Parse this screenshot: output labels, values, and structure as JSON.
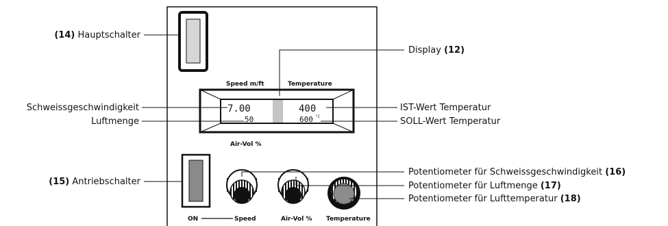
{
  "panel": {
    "speed_heading": "Speed m/ft",
    "temperature_heading": "Temperature",
    "airvol_heading": "Air-Vol %",
    "display": {
      "speed_value": "7.00",
      "airvol_value": "50",
      "temp_actual": "400",
      "temp_set": "600",
      "temp_unit": "°C"
    },
    "bottom_labels": {
      "on": "ON",
      "speed": "Speed",
      "airvol": "Air-Vol %",
      "temperature": "Temperature"
    }
  },
  "callouts": {
    "main_switch": {
      "num": "(14)",
      "text": "Hauptschalter"
    },
    "drive_switch": {
      "num": "(15)",
      "text": "Antriebschalter"
    },
    "welding_speed": {
      "text": "Schweissgeschwindigkeit"
    },
    "air_volume": {
      "text": "Luftmenge"
    },
    "display": {
      "text": "Display",
      "num": "(12)"
    },
    "temp_actual": {
      "text": "IST-Wert Temperatur"
    },
    "temp_set": {
      "text": "SOLL-Wert Temperatur"
    },
    "pot_speed": {
      "text": "Potentiometer für Schweissgeschwindigkeit",
      "num": "(16)"
    },
    "pot_airvol": {
      "text": "Potentiometer für Luftmenge",
      "num": "(17)"
    },
    "pot_temp": {
      "text": "Potentiometer für Lufttemperatur",
      "num": "(18)"
    }
  },
  "colors": {
    "outline": "#111111",
    "switch_face": "#d6d6d6",
    "drive_switch_face": "#8a8a8a",
    "temp_knob_face": "#8c8c8c",
    "display_center": "#c4c4c4"
  }
}
